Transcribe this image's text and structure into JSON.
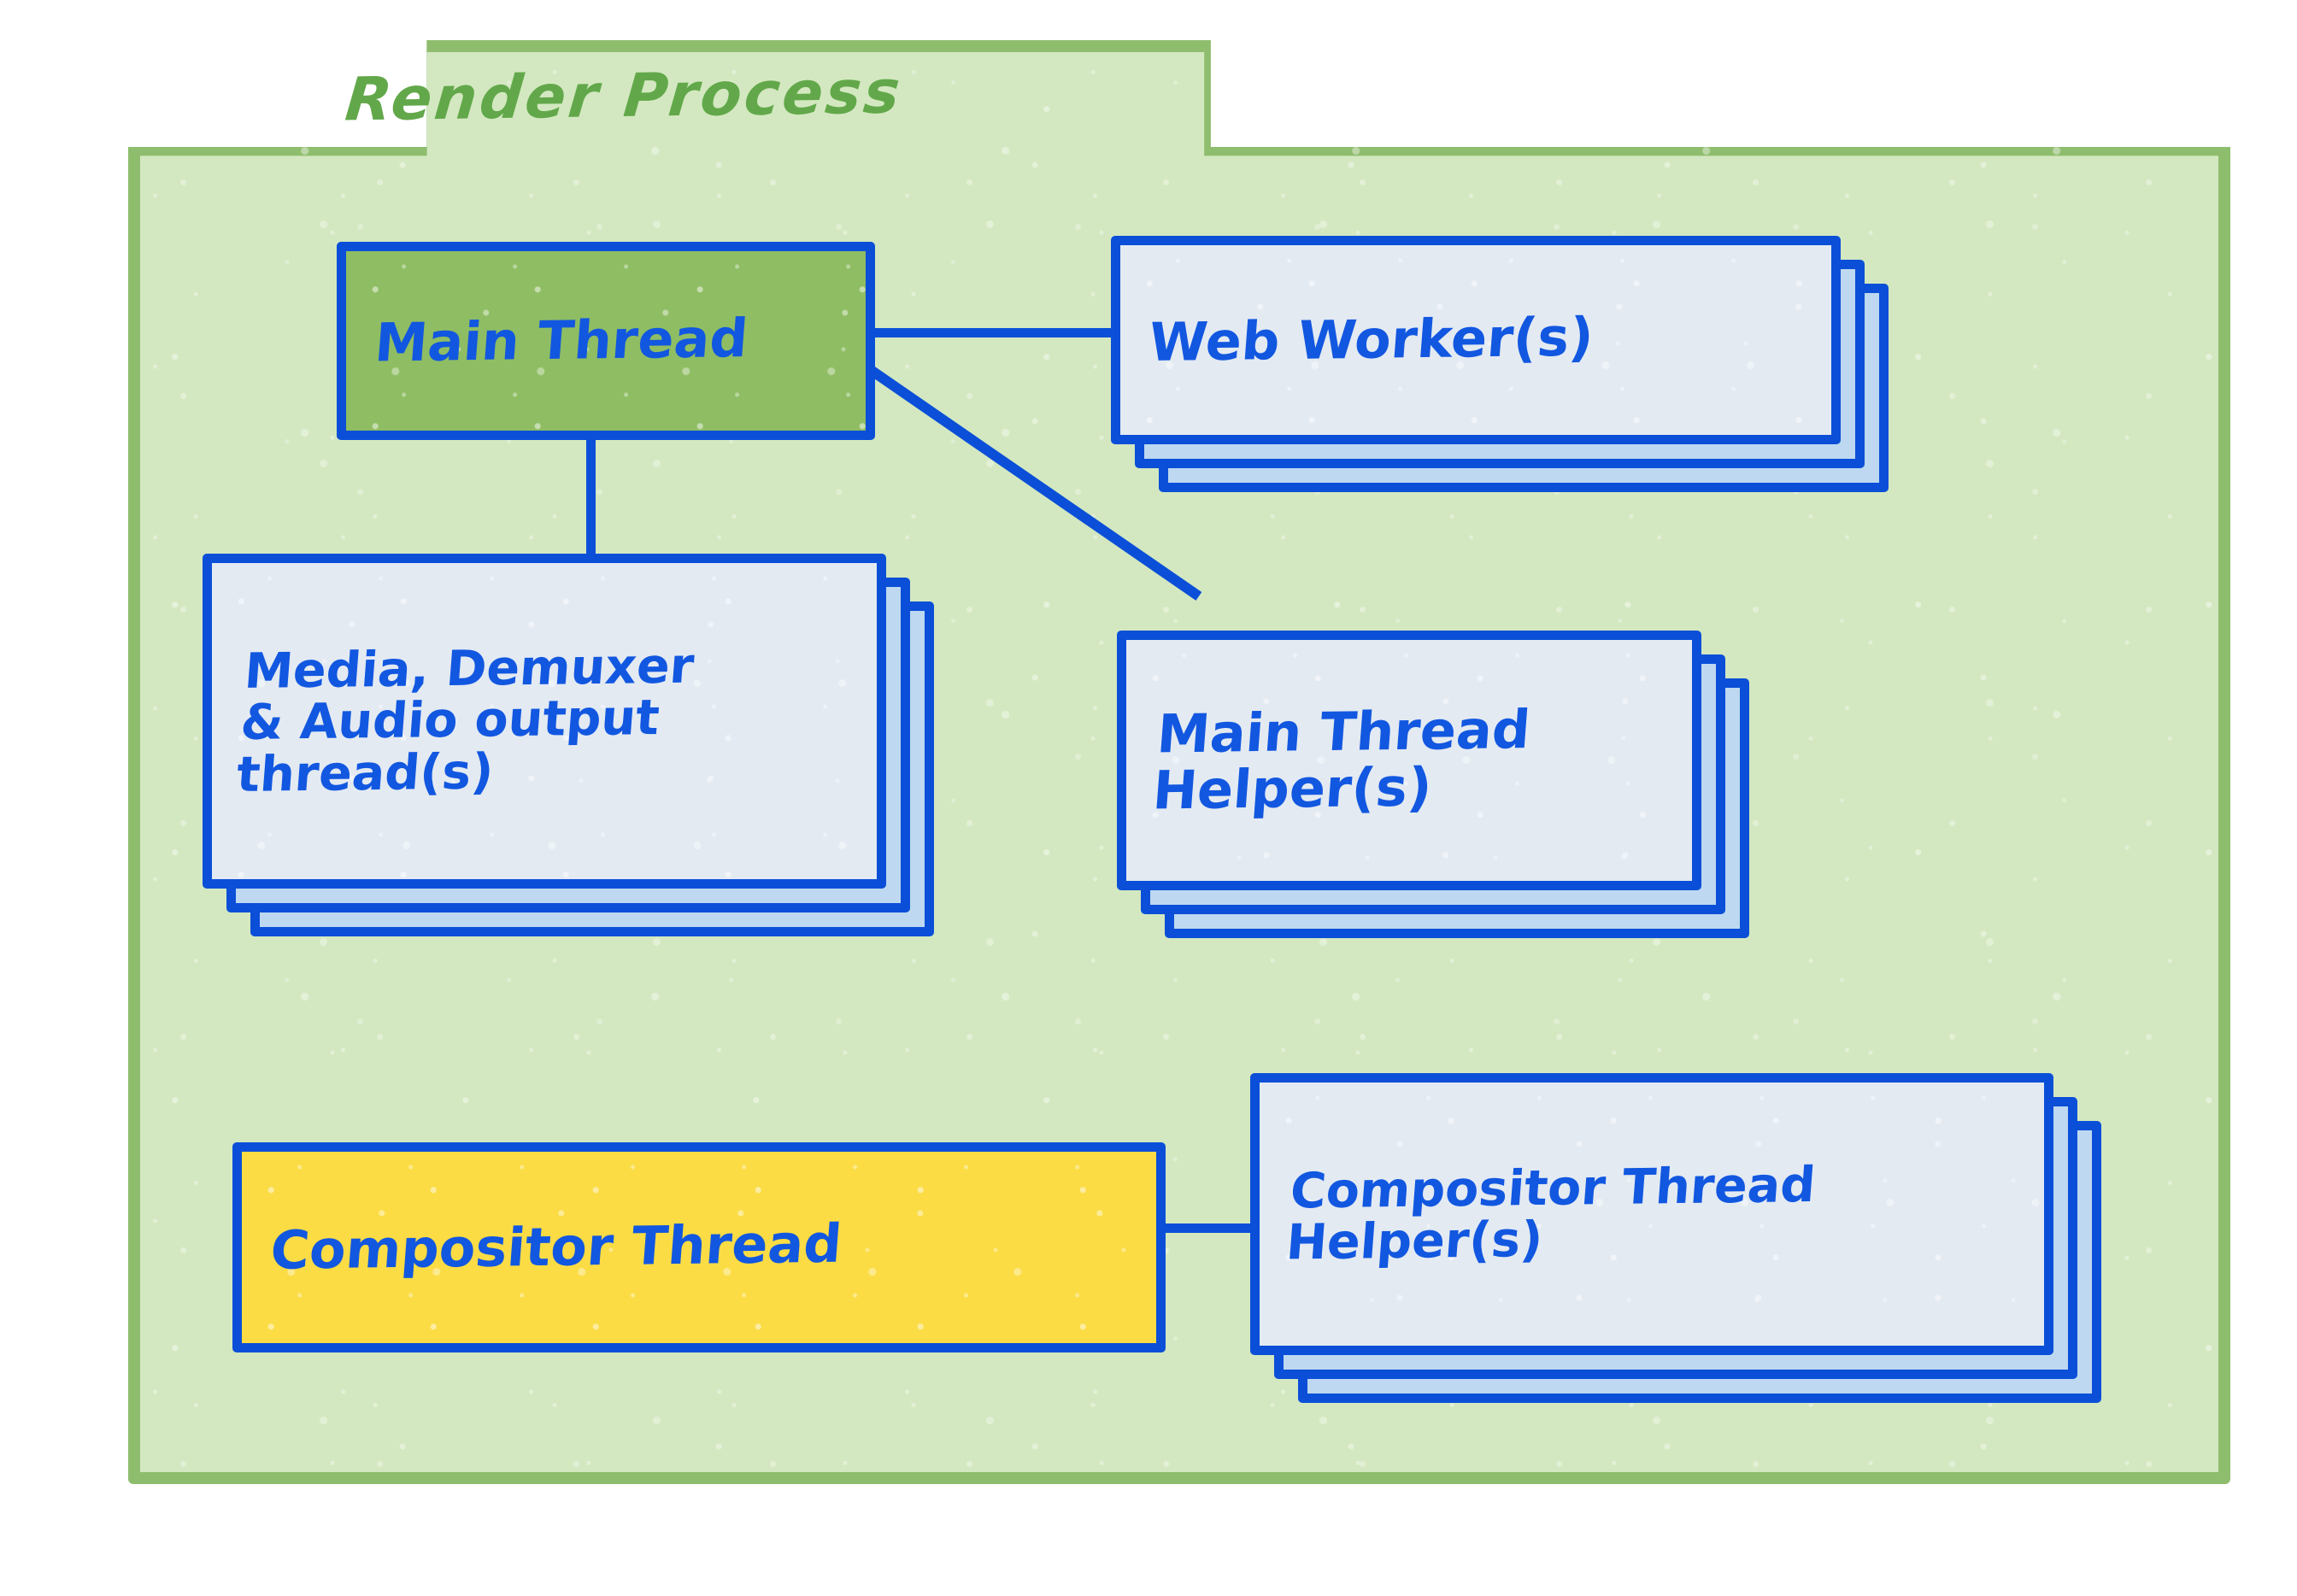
{
  "diagram": {
    "title": "Render Process",
    "type": "architecture-block-diagram",
    "colors": {
      "container_border": "#8fbd6e",
      "container_fill": "#d3e8c0",
      "title_text": "#62a84a",
      "box_border": "#0b4fd8",
      "box_text": "#1257e0",
      "box_fill_default": "#e3eaf2",
      "box_fill_stack_back": "#bdd8f0",
      "main_thread_fill": "#8fbd63",
      "compositor_thread_fill": "#fbdc45"
    },
    "nodes": [
      {
        "id": "main-thread",
        "label": "Main Thread",
        "fill": "#8fbd63",
        "stacked": false,
        "copies": 1
      },
      {
        "id": "web-workers",
        "label": "Web Worker(s)",
        "fill": "#e3eaf2",
        "stacked": true,
        "copies": 3
      },
      {
        "id": "media-demuxer-audio",
        "label": "Media, Demuxer\n& Audio output\n   thread(s)",
        "fill": "#e3eaf2",
        "stacked": true,
        "copies": 3
      },
      {
        "id": "main-thread-helpers",
        "label": "Main Thread\n Helper(s)",
        "fill": "#e3eaf2",
        "stacked": true,
        "copies": 3
      },
      {
        "id": "compositor-thread",
        "label": "Compositor Thread",
        "fill": "#fbdc45",
        "stacked": false,
        "copies": 1
      },
      {
        "id": "compositor-thread-helpers",
        "label": "Compositor Thread\n   Helper(s)",
        "fill": "#e3eaf2",
        "stacked": true,
        "copies": 3
      }
    ],
    "edges": [
      {
        "from": "main-thread",
        "to": "web-workers",
        "style": "straight-horizontal"
      },
      {
        "from": "main-thread",
        "to": "main-thread-helpers",
        "style": "diagonal"
      },
      {
        "from": "main-thread",
        "to": "media-demuxer-audio",
        "style": "straight-vertical"
      },
      {
        "from": "compositor-thread",
        "to": "compositor-thread-helpers",
        "style": "straight-horizontal"
      }
    ]
  }
}
